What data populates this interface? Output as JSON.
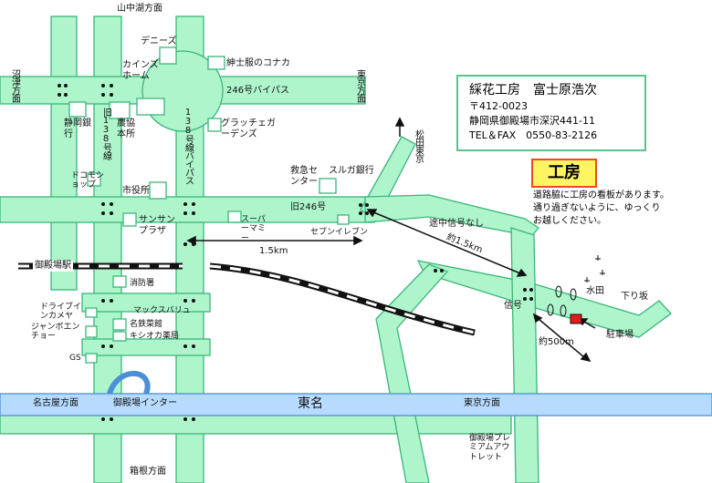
{
  "labels": {
    "top_yamanakako": "山中湖方面",
    "left_numazu": "沼津方面",
    "right_tokyo_top": "東京方面",
    "bypass246": "246号バイパス",
    "route138_old": "旧138号線",
    "route138_bypass": "138号線バイパス",
    "old246": "旧246号",
    "matsuda_tokyo": "松田東京",
    "denizu": "デニーズ",
    "kainzu": "カインズホーム",
    "konaka": "紳士服のコナカ",
    "gracchi": "グラッチェガーデンズ",
    "shizuoka_bank": "静岡銀行",
    "nokyo": "農協本所",
    "docomo": "ドコモショップ",
    "shiyakusho": "市役所",
    "kyukyu": "救急センター",
    "suruga": "スルガ銀行",
    "sunsun": "サンサンプラザ",
    "supermammy": "スーパーマミー",
    "seven": "セブンイレブン",
    "shobosho": "消防署",
    "gotemba_station": "御殿場駅",
    "max_valu": "マックスバリュ",
    "meitetsu": "名鉄菜館",
    "kishioka": "キシオカ薬局",
    "drive_camera": "ドライブインカメヤ",
    "jumbo": "ジャンボエンチョー",
    "gs": "GS",
    "dist_15km": "1.5km",
    "tochu_shingo": "途中信号なし",
    "yaku_15km": "約1.5km",
    "shingo": "信号",
    "yaku_500m": "約500m",
    "suiden": "水田",
    "kudarizaka": "下り坂",
    "parking": "駐車場",
    "nagoya": "名古屋方面",
    "gotemba_ic": "御殿場インター",
    "tomei": "東名",
    "right_tokyo_bottom": "東京方面",
    "hakone": "箱根方面",
    "outlet": "御殿場プレミアムアウトレット"
  },
  "info": {
    "title": "綵花工房　富士原浩次",
    "postal": "〒412-0023",
    "address": "静岡県御殿場市深沢441-11",
    "tel": "TEL＆FAX　0550-83-2126"
  },
  "studio": {
    "label": "工房",
    "note_line1": "道路脇に工房の看板があります。",
    "note_line2": "通り過ぎないように、ゆっくり",
    "note_line3": "お越しください。"
  },
  "colors": {
    "road_fill": "#aef5cc",
    "road_edge": "#3ab57a",
    "tomei_fill": "#b7daff",
    "tomei_edge": "#4d8fd6",
    "studio_marker": "#e11d1d"
  }
}
